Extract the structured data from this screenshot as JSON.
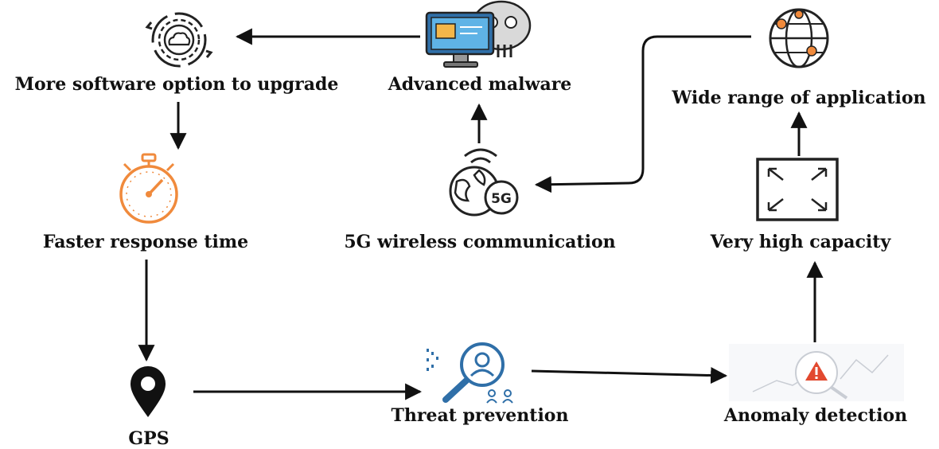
{
  "diagram": {
    "nodes": [
      {
        "id": "software",
        "label": "More software option to upgrade",
        "icon": "cloud-sync-gear-icon"
      },
      {
        "id": "malware",
        "label": "Advanced malware",
        "icon": "malware-computer-icon"
      },
      {
        "id": "application",
        "label": "Wide range of application",
        "icon": "globe-network-icon"
      },
      {
        "id": "response",
        "label": "Faster response time",
        "icon": "stopwatch-icon"
      },
      {
        "id": "wireless",
        "label": "5G wireless communication",
        "icon": "globe-5g-icon"
      },
      {
        "id": "capacity",
        "label": "Very high capacity",
        "icon": "expand-arrows-icon"
      },
      {
        "id": "gps",
        "label": "GPS",
        "icon": "map-pin-icon"
      },
      {
        "id": "threat",
        "label": "Threat prevention",
        "icon": "magnifier-users-icon"
      },
      {
        "id": "anomaly",
        "label": "Anomaly detection",
        "icon": "warning-magnifier-icon"
      }
    ],
    "edges": [
      {
        "from": "malware",
        "to": "software"
      },
      {
        "from": "software",
        "to": "response"
      },
      {
        "from": "response",
        "to": "gps"
      },
      {
        "from": "gps",
        "to": "threat"
      },
      {
        "from": "threat",
        "to": "anomaly"
      },
      {
        "from": "anomaly",
        "to": "capacity"
      },
      {
        "from": "capacity",
        "to": "application"
      },
      {
        "from": "application",
        "to": "wireless"
      },
      {
        "from": "wireless",
        "to": "malware"
      }
    ],
    "colors": {
      "arrow": "#111111",
      "text": "#111111",
      "accent_orange": "#f08a3c",
      "accent_blue": "#2f6fa8",
      "warning_red": "#e2492f"
    }
  }
}
